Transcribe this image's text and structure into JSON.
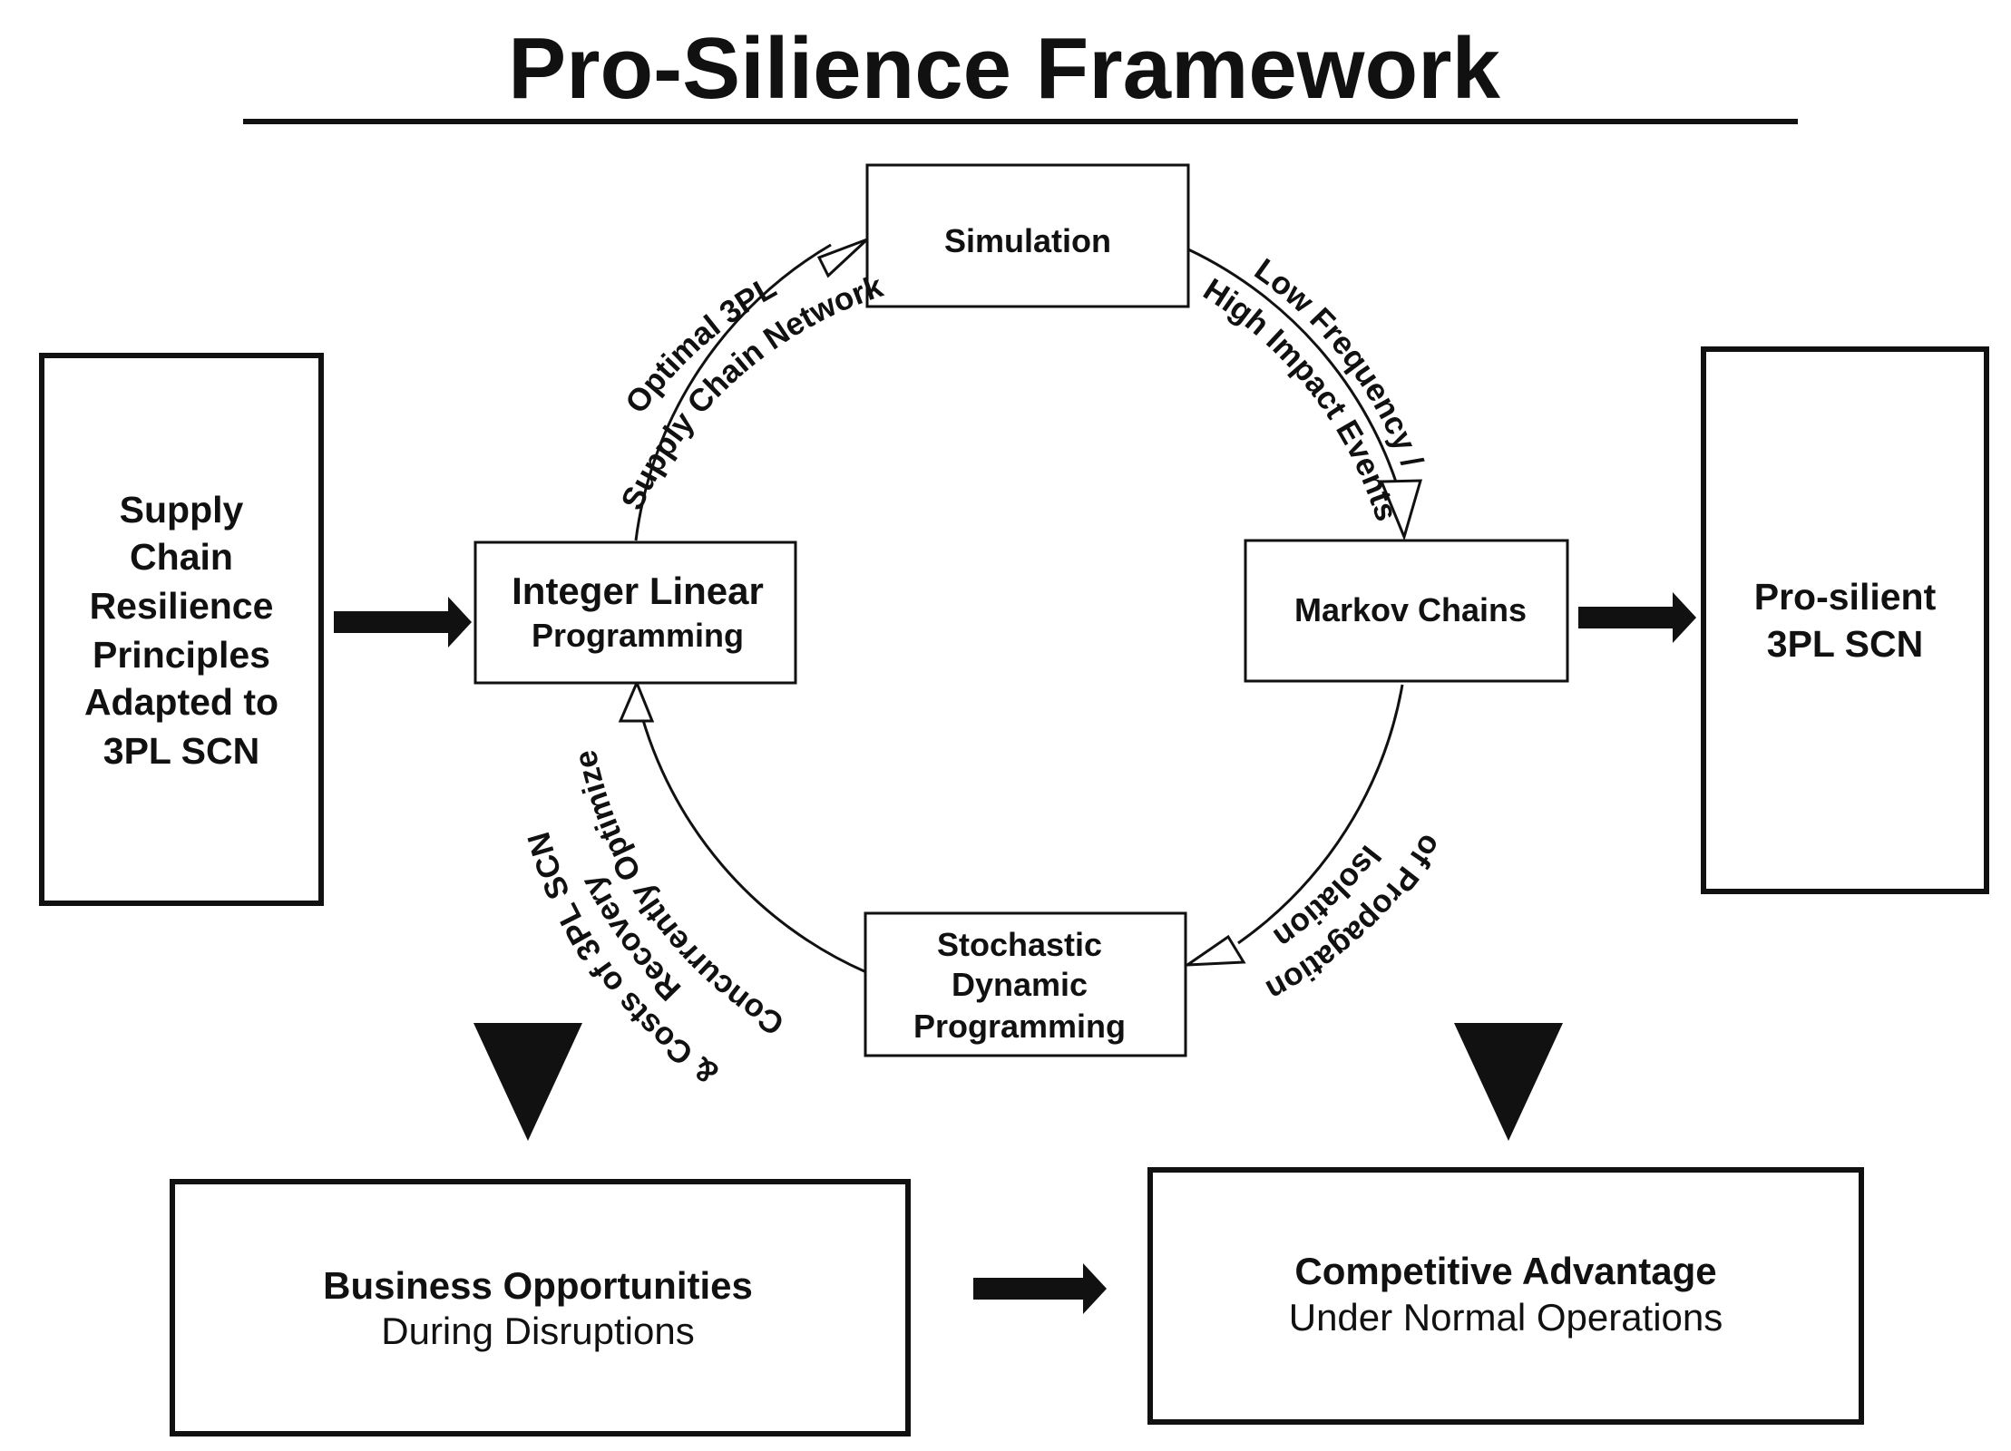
{
  "title": "Pro-Silience Framework",
  "input": {
    "lines": [
      "Supply",
      "Chain",
      "Resilience",
      "Principles",
      "Adapted to",
      "3PL SCN"
    ]
  },
  "output": {
    "lines": [
      "Pro-silient",
      "3PL SCN"
    ]
  },
  "cycle": {
    "ilp": {
      "line1": "Integer Linear",
      "line2": "Programming"
    },
    "simulation": "Simulation",
    "markov": "Markov Chains",
    "sdp": {
      "lines": [
        "Stochastic",
        "Dynamic",
        "Programming"
      ]
    }
  },
  "edges": {
    "ilp_to_simulation": [
      "Optimal 3PL",
      "Supply Chain Network"
    ],
    "simulation_to_markov": [
      "Low Frequency /",
      "High Impact Events"
    ],
    "markov_to_sdp": [
      "Isolation",
      "of Propagation"
    ],
    "sdp_to_ilp": [
      "Concurrently Optimize",
      "Recovery",
      "& Costs of 3PL SCN"
    ]
  },
  "outcomes": {
    "business": {
      "title": "Business Opportunities",
      "subtitle": "During Disruptions"
    },
    "competitive": {
      "title": "Competitive Advantage",
      "subtitle": "Under Normal Operations"
    }
  }
}
